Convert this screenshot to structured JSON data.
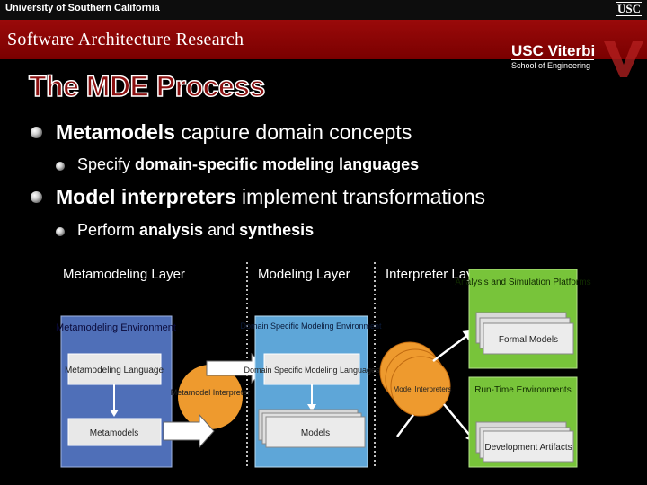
{
  "header": {
    "university": "University of Southern California",
    "usc_logo": "USC",
    "banner_title": "Software Architecture Research",
    "viterbi_line1": "USC Viterbi",
    "viterbi_line2": "School of Engineering"
  },
  "slide": {
    "title": "The MDE Process",
    "bullets": [
      {
        "bold": "Metamodels",
        "rest": " capture domain concepts"
      },
      {
        "pre": "Specify ",
        "bold": "domain-specific modeling languages",
        "rest": ""
      },
      {
        "bold": "Model interpreters",
        "rest": " implement transformations"
      },
      {
        "pre": "Perform ",
        "bold1": "analysis",
        "mid": " and ",
        "bold2": "synthesis"
      }
    ]
  },
  "diagram": {
    "layers": [
      "Metamodeling Layer",
      "Modeling Layer",
      "Interpreter Layer"
    ],
    "metamodeling_environment": "Metamodeling Environment",
    "metamodeling_language": "Metamodeling Language",
    "metamodels": "Metamodels",
    "metamodel_interpreter": "Metamodel Interpreter",
    "domain_specific_environment": "Domain Specific Modeling Environment",
    "domain_specific_languages": "Domain Specific Modeling Languages",
    "models": "Models",
    "model_interpreters": "Model Interpreters",
    "analysis_platforms": "Analysis and Simulation Platforms",
    "formal_models": "Formal Models",
    "runtime_environments": "Run-Time Environments",
    "development_artifacts": "Development Artifacts"
  },
  "colors": {
    "banner": "#8b0000",
    "title_fill": "#8a0f0f",
    "metamodeling_panel": "#4f6fb8",
    "modeling_panel": "#5ea6d8",
    "interpreter_orange": "#ee9a2e",
    "green_panel": "#78c43a"
  }
}
